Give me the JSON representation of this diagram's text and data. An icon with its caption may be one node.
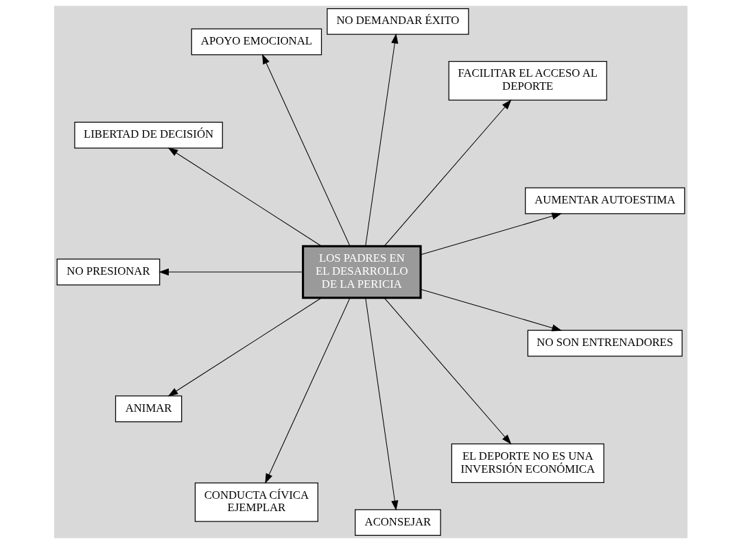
{
  "diagram": {
    "nodes": [
      {
        "text": [
          "LOS PADRES EN EL DESARROLLO DE LA PERICIA"
        ]
      },
      {
        "text": [
          "AUMENTAR AUTOESTIMA"
        ]
      },
      {
        "text": [
          "FACILITAR EL ACCESO AL DEPORTE"
        ]
      },
      {
        "text": [
          "NO DEMANDAR ÉXITO"
        ]
      },
      {
        "text": [
          "APOYO EMOCIONAL"
        ]
      },
      {
        "text": [
          "LIBERTAD DE DECISIÓN"
        ]
      },
      {
        "text": [
          "NO PRESIONAR"
        ]
      },
      {
        "text": [
          "ANIMAR"
        ]
      },
      {
        "text": [
          "CONDUCTA CÍVICA EJEMPLAR"
        ]
      },
      {
        "text": [
          "ACONSEJAR"
        ]
      },
      {
        "text": [
          "EL DEPORTE NO ES UNA INVERSIÓN ECONÓMICA"
        ]
      },
      {
        "text": [
          "NO SON ENTRENADORES"
        ]
      }
    ],
    "edges": [
      {
        "from": 0,
        "to": 2,
        "arrow": "to"
      },
      {
        "from": 0,
        "to": 3,
        "arrow": "to"
      },
      {
        "from": 0,
        "to": 5,
        "arrow": "to"
      },
      {
        "from": 0,
        "to": 7,
        "arrow": "to"
      },
      {
        "from": 0,
        "to": 10,
        "arrow": "to"
      },
      {
        "from": 0,
        "to": 11,
        "arrow": "to"
      },
      {
        "from": 0,
        "to": 9,
        "arrow": "to"
      },
      {
        "from": 0,
        "to": 8,
        "arrow": "to"
      },
      {
        "from": 0,
        "to": 6,
        "arrow": "to"
      },
      {
        "from": 0,
        "to": 4,
        "arrow": "to"
      },
      {
        "from": 0,
        "to": 1,
        "arrow": "to"
      }
    ]
  }
}
